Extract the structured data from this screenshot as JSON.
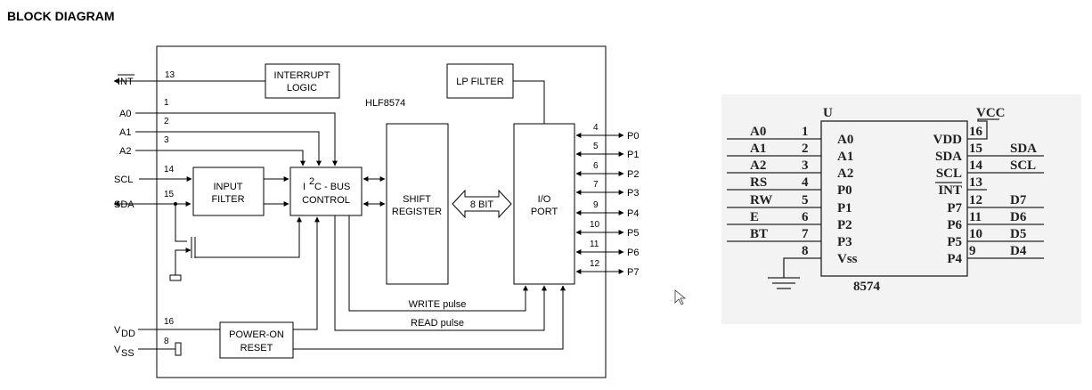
{
  "title": "BLOCK DIAGRAM",
  "block": {
    "chip": "HLF8574",
    "interrupt_logic": [
      "INTERRUPT",
      "LOGIC"
    ],
    "lp_filter": "LP FILTER",
    "input_filter": [
      "INPUT",
      "FILTER"
    ],
    "i2c_control": [
      "I",
      "2",
      "C - BUS",
      "CONTROL"
    ],
    "shift_register": [
      "SHIFT",
      "REGISTER"
    ],
    "io_port": [
      "I/O",
      "PORT"
    ],
    "bus_width": "8 BIT",
    "power_on_reset": [
      "POWER-ON",
      "RESET"
    ],
    "write_pulse": "WRITE pulse",
    "read_pulse": "READ pulse",
    "int_label": "INT",
    "vdd_label": [
      "V",
      "DD"
    ],
    "vss_label": [
      "V",
      "SS"
    ],
    "left_signals": [
      {
        "name": "A0",
        "pin": "1"
      },
      {
        "name": "A1",
        "pin": "2"
      },
      {
        "name": "A2",
        "pin": "3"
      },
      {
        "name": "SCL",
        "pin": "14"
      },
      {
        "name": "SDA",
        "pin": "15"
      }
    ],
    "int_pin": "13",
    "vdd_pin": "16",
    "vss_pin": "8",
    "ports": [
      {
        "name": "P0",
        "pin": "4"
      },
      {
        "name": "P1",
        "pin": "5"
      },
      {
        "name": "P2",
        "pin": "6"
      },
      {
        "name": "P3",
        "pin": "7"
      },
      {
        "name": "P4",
        "pin": "9"
      },
      {
        "name": "P5",
        "pin": "10"
      },
      {
        "name": "P6",
        "pin": "11"
      },
      {
        "name": "P7",
        "pin": "12"
      }
    ]
  },
  "schematic": {
    "ref": "U",
    "part": "8574",
    "vcc": "VCC",
    "left_pins": [
      {
        "net": "A0",
        "num": "1",
        "inner": "A0"
      },
      {
        "net": "A1",
        "num": "2",
        "inner": "A1"
      },
      {
        "net": "A2",
        "num": "3",
        "inner": "A2"
      },
      {
        "net": "RS",
        "num": "4",
        "inner": "P0"
      },
      {
        "net": "RW",
        "num": "5",
        "inner": "P1"
      },
      {
        "net": "E",
        "num": "6",
        "inner": "P2"
      },
      {
        "net": "BT",
        "num": "7",
        "inner": "P3"
      },
      {
        "net": "",
        "num": "8",
        "inner": "Vss"
      }
    ],
    "right_pins": [
      {
        "inner": "VDD",
        "num": "16",
        "net": ""
      },
      {
        "inner": "SDA",
        "num": "15",
        "net": "SDA"
      },
      {
        "inner": "SCL",
        "num": "14",
        "net": "SCL"
      },
      {
        "inner": "INT",
        "num": "13",
        "net": ""
      },
      {
        "inner": "P7",
        "num": "12",
        "net": "D7"
      },
      {
        "inner": "P6",
        "num": "11",
        "net": "D6"
      },
      {
        "inner": "P5",
        "num": "10",
        "net": "D5"
      },
      {
        "inner": "P4",
        "num": "9",
        "net": "D4"
      }
    ]
  }
}
